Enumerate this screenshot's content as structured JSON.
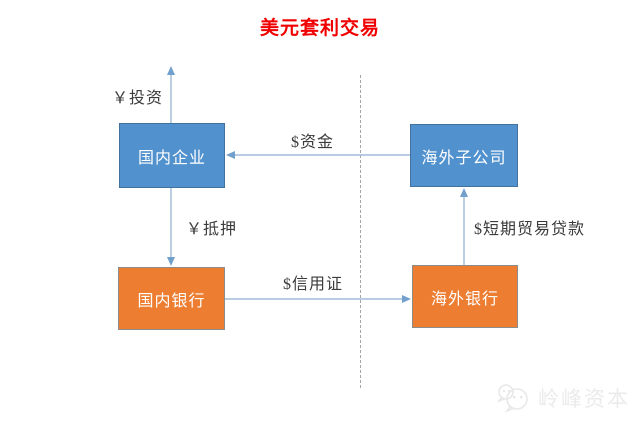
{
  "title": "美元套利交易",
  "nodes": [
    {
      "id": "domestic-company",
      "label": "国内企业",
      "type": "blue"
    },
    {
      "id": "overseas-subsidiary",
      "label": "海外子公司",
      "type": "blue"
    },
    {
      "id": "domestic-bank",
      "label": "国内银行",
      "type": "orange"
    },
    {
      "id": "overseas-bank",
      "label": "海外银行",
      "type": "orange"
    }
  ],
  "edges": {
    "invest": {
      "label": "￥投资",
      "from": "domestic-company",
      "to": "out-top"
    },
    "funds": {
      "label": "$资金",
      "from": "overseas-subsidiary",
      "to": "domestic-company"
    },
    "collateral": {
      "label": "￥抵押",
      "from": "domestic-company",
      "to": "domestic-bank"
    },
    "letter_of_credit": {
      "label": "$信用证",
      "from": "domestic-bank",
      "to": "overseas-bank"
    },
    "trade_loan": {
      "label": "$短期贸易贷款",
      "from": "overseas-bank",
      "to": "overseas-subsidiary"
    }
  },
  "watermark": {
    "text": "岭峰资本",
    "logo": "wechat-logo"
  },
  "colors": {
    "title": "#f00000",
    "node_blue_fill": "#5191ce",
    "node_blue_border": "#41719c",
    "node_orange_fill": "#ed7d31",
    "node_orange_border": "#8c8c8c",
    "arrow_line": "#8fafd0",
    "arrow_head": "#71a0cc",
    "divider_dash": "#a6a6a6",
    "label_text": "#3b3b3b",
    "watermark": "#ebebeb"
  }
}
